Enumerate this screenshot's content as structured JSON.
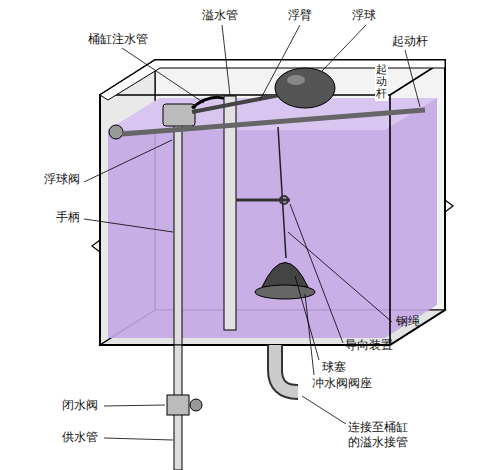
{
  "diagram": {
    "labels": [
      "溢水管",
      "浮臂",
      "浮球",
      "桶缸注水管",
      "起动杆",
      "起动杆",
      "浮球阀",
      "手柄",
      "钢绳",
      "导向装置",
      "球塞",
      "冲水阀阀座",
      "闭水阀",
      "供水管",
      "连接至桶缸 的溢水接管"
    ]
  }
}
